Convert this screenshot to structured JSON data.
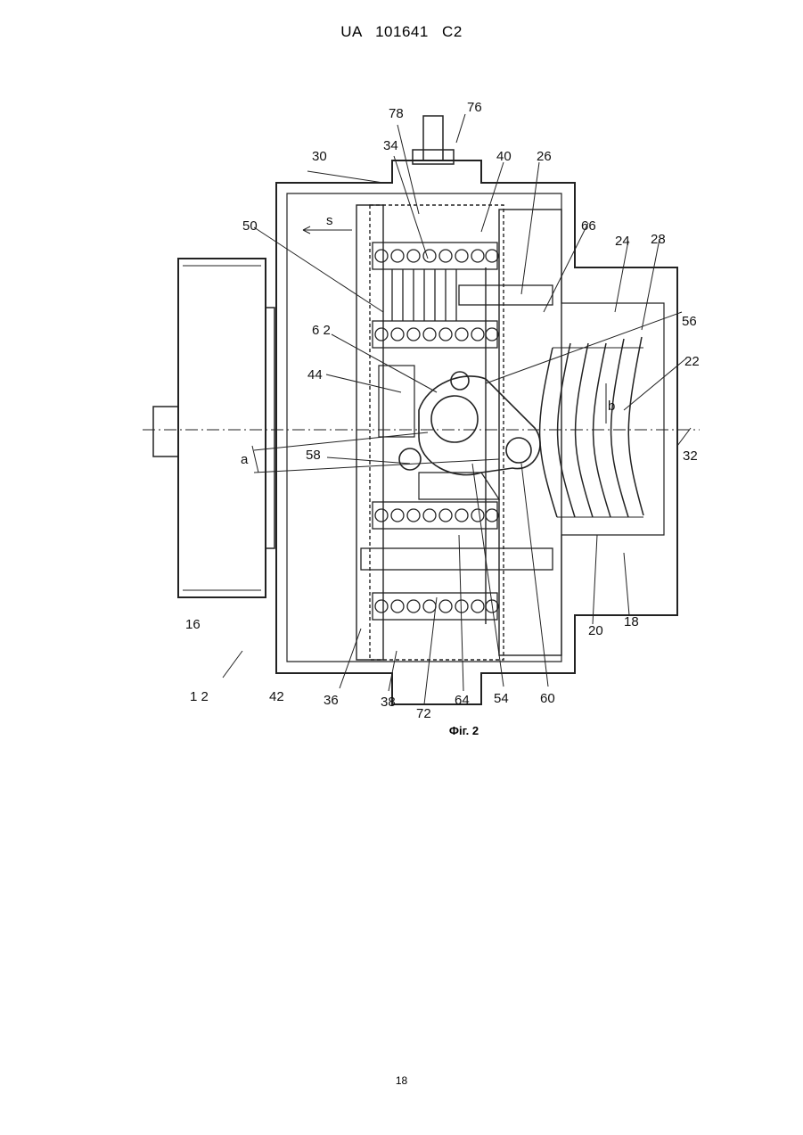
{
  "header": {
    "doc_id": "UA   101641   C2"
  },
  "figure": {
    "caption": "Фіг. 2",
    "labels": {
      "l12": "1 2",
      "l16": "16",
      "l18": "18",
      "l20": "20",
      "l22": "22",
      "l24": "24",
      "l26": "26",
      "l28": "28",
      "l30": "30",
      "l32": "32",
      "l34": "34",
      "l36": "36",
      "l38": "38",
      "l40": "40",
      "l42": "42",
      "l44": "44",
      "l50": "50",
      "l54": "54",
      "l56": "56",
      "l58": "58",
      "l60": "60",
      "l62": "6 2",
      "l64": "64",
      "l66": "66",
      "l72": "72",
      "l76": "76",
      "l78": "78",
      "la": "a",
      "lb": "b",
      "ls": "s"
    }
  },
  "footer": {
    "page_number": "18"
  }
}
